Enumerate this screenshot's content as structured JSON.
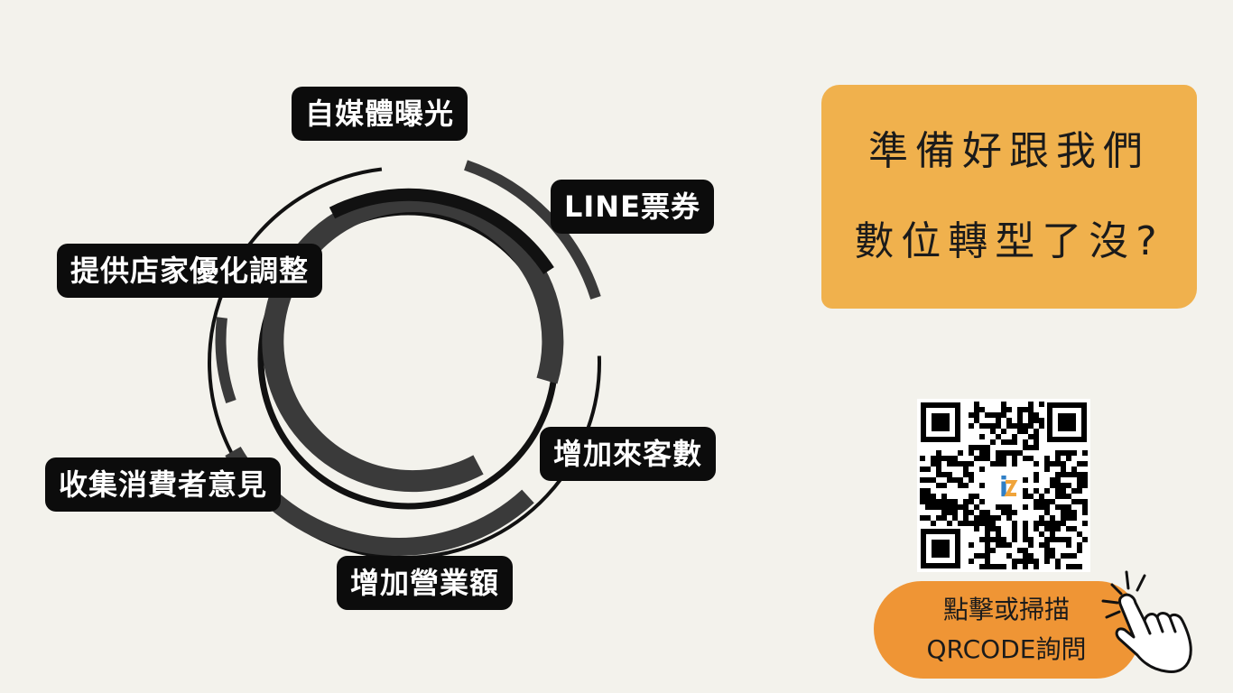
{
  "labels": {
    "self_media": "自媒體曝光",
    "line_coupon": "LINE票券",
    "store_optimization": "提供店家優化調整",
    "increase_visitors": "增加來客數",
    "collect_feedback": "收集消費者意見",
    "increase_revenue": "增加營業額"
  },
  "cta": {
    "line1": "準備好跟我們",
    "line2": "數位轉型了沒?"
  },
  "scan": {
    "line1": "點擊或掃描",
    "line2": "QRCODE詢問"
  },
  "qr_center_mark": "i",
  "colors": {
    "background": "#f3f2ec",
    "label_bg": "#0c0c0c",
    "cta_bg": "#f0b14d",
    "button_bg": "#ef9535",
    "ring_dark": "#111111",
    "ring_gray": "#3a3a3a",
    "qr_logo_blue": "#2f7fc6",
    "qr_logo_orange": "#f0a43a"
  },
  "icons": [
    "tap-hand-icon",
    "qr-code"
  ]
}
